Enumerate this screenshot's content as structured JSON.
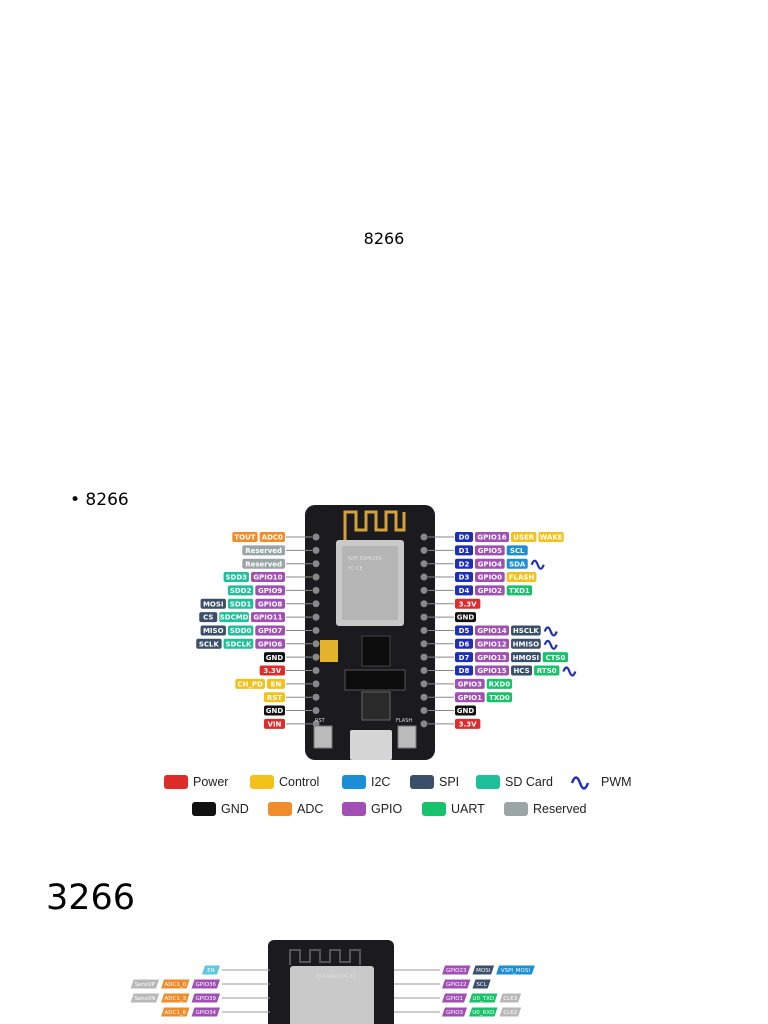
{
  "slide_title": "8266",
  "bullet": "• 8266",
  "section_title": "3266",
  "esp8266": {
    "left_pins": [
      {
        "id": "p0",
        "labels": [
          "TOUT",
          "ADC0"
        ],
        "colors": [
          "#f08c2a",
          "#f08c2a"
        ]
      },
      {
        "id": "p1",
        "labels": [
          "Reserved"
        ],
        "colors": [
          "#9aa6a6"
        ]
      },
      {
        "id": "p2",
        "labels": [
          "Reserved"
        ],
        "colors": [
          "#9aa6a6"
        ]
      },
      {
        "id": "p3",
        "labels": [
          "SDD3",
          "GPIO10"
        ],
        "colors": [
          "#1fbf9a",
          "#a14fb5"
        ]
      },
      {
        "id": "p4",
        "labels": [
          "SDD2",
          "GPIO9"
        ],
        "colors": [
          "#1fbf9a",
          "#a14fb5"
        ]
      },
      {
        "id": "p5",
        "labels": [
          "MOSI",
          "SDD1",
          "GPIO8"
        ],
        "colors": [
          "#3b4f6b",
          "#1fbf9a",
          "#a14fb5"
        ]
      },
      {
        "id": "p6",
        "labels": [
          "CS",
          "SDCMD",
          "GPIO11"
        ],
        "colors": [
          "#3b4f6b",
          "#1fbf9a",
          "#a14fb5"
        ]
      },
      {
        "id": "p7",
        "labels": [
          "MISO",
          "SDD0",
          "GPIO7"
        ],
        "colors": [
          "#3b4f6b",
          "#1fbf9a",
          "#a14fb5"
        ]
      },
      {
        "id": "p8",
        "labels": [
          "SCLK",
          "SDCLK",
          "GPIO6"
        ],
        "colors": [
          "#3b4f6b",
          "#1fbf9a",
          "#a14fb5"
        ]
      },
      {
        "id": "p9",
        "labels": [
          "GND"
        ],
        "colors": [
          "#111111"
        ]
      },
      {
        "id": "p10",
        "labels": [
          "3.3V"
        ],
        "colors": [
          "#e02b2b"
        ]
      },
      {
        "id": "p11",
        "labels": [
          "CH_PD",
          "EN"
        ],
        "colors": [
          "#f2c21a",
          "#f2c21a"
        ]
      },
      {
        "id": "p12",
        "labels": [
          "RST"
        ],
        "colors": [
          "#f2c21a"
        ]
      },
      {
        "id": "p13",
        "labels": [
          "GND"
        ],
        "colors": [
          "#111111"
        ]
      },
      {
        "id": "p14",
        "labels": [
          "VIN"
        ],
        "colors": [
          "#e02b2b"
        ]
      }
    ],
    "right_pins": [
      {
        "id": "r0",
        "labels": [
          "D0",
          "GPIO16",
          "USER",
          "WAKE"
        ],
        "colors": [
          "#1d2fb8",
          "#a14fb5",
          "#f2c21a",
          "#f2c21a"
        ],
        "pwm": false
      },
      {
        "id": "r1",
        "labels": [
          "D1",
          "GPIO5",
          "SCL"
        ],
        "colors": [
          "#1d2fb8",
          "#a14fb5",
          "#1a8fd6"
        ],
        "pwm": false
      },
      {
        "id": "r2",
        "labels": [
          "D2",
          "GPIO4",
          "SDA"
        ],
        "colors": [
          "#1d2fb8",
          "#a14fb5",
          "#1a8fd6"
        ],
        "pwm": true
      },
      {
        "id": "r3",
        "labels": [
          "D3",
          "GPIO0",
          "FLASH"
        ],
        "colors": [
          "#1d2fb8",
          "#a14fb5",
          "#f2c21a"
        ],
        "pwm": false
      },
      {
        "id": "r4",
        "labels": [
          "D4",
          "GPIO2",
          "TXD1"
        ],
        "colors": [
          "#1d2fb8",
          "#a14fb5",
          "#18c26b"
        ],
        "pwm": false
      },
      {
        "id": "r5",
        "labels": [
          "3.3V"
        ],
        "colors": [
          "#e02b2b"
        ],
        "pwm": false
      },
      {
        "id": "r6",
        "labels": [
          "GND"
        ],
        "colors": [
          "#111111"
        ],
        "pwm": false
      },
      {
        "id": "r7",
        "labels": [
          "D5",
          "GPIO14",
          "HSCLK"
        ],
        "colors": [
          "#1d2fb8",
          "#a14fb5",
          "#3b4f6b"
        ],
        "pwm": true
      },
      {
        "id": "r8",
        "labels": [
          "D6",
          "GPIO12",
          "HMISO"
        ],
        "colors": [
          "#1d2fb8",
          "#a14fb5",
          "#3b4f6b"
        ],
        "pwm": true
      },
      {
        "id": "r9",
        "labels": [
          "D7",
          "GPIO13",
          "HMOSI",
          "CTS0"
        ],
        "colors": [
          "#1d2fb8",
          "#a14fb5",
          "#3b4f6b",
          "#18c26b"
        ],
        "pwm": false
      },
      {
        "id": "r10",
        "labels": [
          "D8",
          "GPIO15",
          "HCS",
          "RTS0"
        ],
        "colors": [
          "#1d2fb8",
          "#a14fb5",
          "#3b4f6b",
          "#18c26b"
        ],
        "pwm": true
      },
      {
        "id": "r11",
        "labels": [
          "GPIO3",
          "RXD0"
        ],
        "colors": [
          "#a14fb5",
          "#18c26b"
        ],
        "pwm": false
      },
      {
        "id": "r12",
        "labels": [
          "GPIO1",
          "TXD0"
        ],
        "colors": [
          "#a14fb5",
          "#18c26b"
        ],
        "pwm": false
      },
      {
        "id": "r13",
        "labels": [
          "GND"
        ],
        "colors": [
          "#111111"
        ],
        "pwm": false
      },
      {
        "id": "r14",
        "labels": [
          "3.3V"
        ],
        "colors": [
          "#e02b2b"
        ],
        "pwm": false
      }
    ],
    "board_buttons": {
      "rst": "RST",
      "flash": "FLASH"
    },
    "legend_row1": [
      {
        "label": "Power",
        "color": "#e02b2b"
      },
      {
        "label": "Control",
        "color": "#f2c21a"
      },
      {
        "label": "I2C",
        "color": "#1a8fd6"
      },
      {
        "label": "SPI",
        "color": "#3b4f6b"
      },
      {
        "label": "SD Card",
        "color": "#1fbf9a"
      },
      {
        "label": "PWM",
        "color": "#1d2fb8"
      }
    ],
    "legend_row2": [
      {
        "label": "GND",
        "color": "#111111"
      },
      {
        "label": "ADC",
        "color": "#f08c2a"
      },
      {
        "label": "GPIO",
        "color": "#a14fb5"
      },
      {
        "label": "UART",
        "color": "#18c26b"
      },
      {
        "label": "Reserved",
        "color": "#9aa6a6"
      }
    ]
  },
  "esp32": {
    "left_pins": [
      {
        "labels": [
          "EN"
        ],
        "colors": [
          "#5ec8e0"
        ]
      },
      {
        "labels": [
          "SensVP",
          "ADC1_0",
          "GPIO36"
        ],
        "colors": [
          "#b8b8b8",
          "#f08c2a",
          "#a14fb5"
        ]
      },
      {
        "labels": [
          "SensVN",
          "ADC1_3",
          "GPIO39"
        ],
        "colors": [
          "#b8b8b8",
          "#f08c2a",
          "#a14fb5"
        ]
      },
      {
        "labels": [
          "ADC1_6",
          "GPIO34"
        ],
        "colors": [
          "#f08c2a",
          "#a14fb5"
        ]
      }
    ],
    "right_pins": [
      {
        "labels": [
          "GPIO23",
          "MOSI",
          "VSPI_MOSI"
        ],
        "colors": [
          "#a14fb5",
          "#3b4f6b",
          "#1a8fd6"
        ]
      },
      {
        "labels": [
          "GPIO22",
          "SCL"
        ],
        "colors": [
          "#a14fb5",
          "#3b4f6b"
        ]
      },
      {
        "labels": [
          "GPIO1",
          "U0_TXD",
          "CLK3"
        ],
        "colors": [
          "#a14fb5",
          "#18c26b",
          "#b8b8b8"
        ]
      },
      {
        "labels": [
          "GPIO3",
          "U0_RXD",
          "CLK2"
        ],
        "colors": [
          "#a14fb5",
          "#18c26b",
          "#b8b8b8"
        ]
      }
    ],
    "module_text": "ESP-WROOM-32"
  }
}
